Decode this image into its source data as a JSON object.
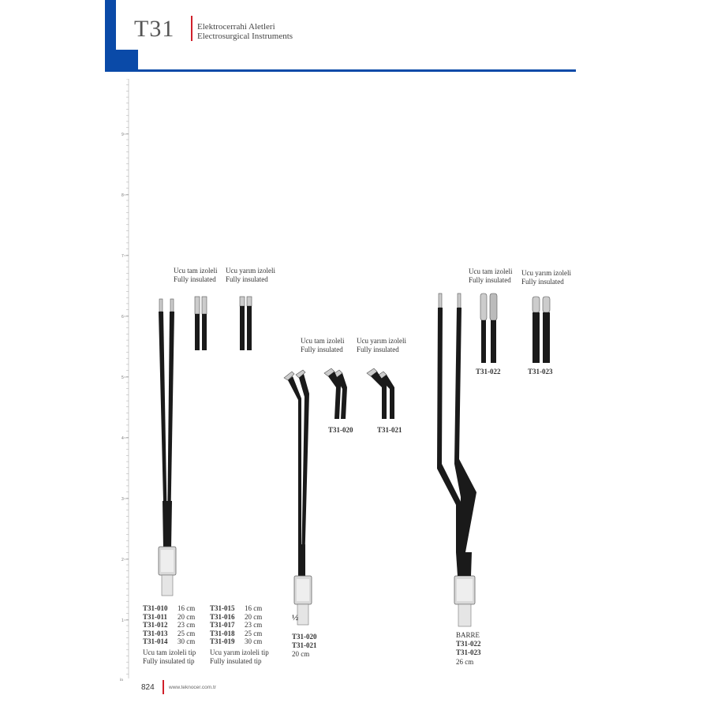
{
  "header": {
    "code": "T31",
    "title_tr": "Elektrocerrahi Aletleri",
    "title_en": "Electrosurgical Instruments"
  },
  "ruler": {
    "unit": "in",
    "marks": [
      "9",
      "8",
      "7",
      "6",
      "5",
      "4",
      "3",
      "2",
      "1"
    ]
  },
  "group1": {
    "tip_full_tr": "Ucu tam izoleli",
    "tip_full_en": "Fully insulated",
    "tip_half_tr": "Ucu yarım izoleli",
    "tip_half_en": "Fully insulated",
    "left_items": [
      {
        "code": "T31-010",
        "size": "16 cm"
      },
      {
        "code": "T31-011",
        "size": "20 cm"
      },
      {
        "code": "T31-012",
        "size": "23 cm"
      },
      {
        "code": "T31-013",
        "size": "25 cm"
      },
      {
        "code": "T31-014",
        "size": "30 cm"
      }
    ],
    "left_desc_tr": "Ucu tam izoleli tip",
    "left_desc_en": "Fully insulated tip",
    "right_items": [
      {
        "code": "T31-015",
        "size": "16 cm"
      },
      {
        "code": "T31-016",
        "size": "20 cm"
      },
      {
        "code": "T31-017",
        "size": "23 cm"
      },
      {
        "code": "T31-018",
        "size": "25 cm"
      },
      {
        "code": "T31-019",
        "size": "30 cm"
      }
    ],
    "right_desc_tr": "Ucu yarım izoleli tip",
    "right_desc_en": "Fully insulated tip"
  },
  "group2": {
    "tip_full_tr": "Ucu tam izoleli",
    "tip_full_en": "Fully insulated",
    "tip_half_tr": "Ucu yarım izoleli",
    "tip_half_en": "Fully insulated",
    "code_a": "T31-020",
    "code_b": "T31-021",
    "scale": "½",
    "bottom_a": "T31-020",
    "bottom_b": "T31-021",
    "size": "20 cm"
  },
  "group3": {
    "tip_full_tr": "Ucu tam izoleli",
    "tip_full_en": "Fully insulated",
    "tip_half_tr": "Ucu yarım izoleli",
    "tip_half_en": "Fully insulated",
    "code_a": "T31-022",
    "code_b": "T31-023",
    "name": "BARRE",
    "bottom_a": "T31-022",
    "bottom_b": "T31-023",
    "size": "26 cm"
  },
  "footer": {
    "page": "824",
    "url": "www.teknocer.com.tr"
  }
}
